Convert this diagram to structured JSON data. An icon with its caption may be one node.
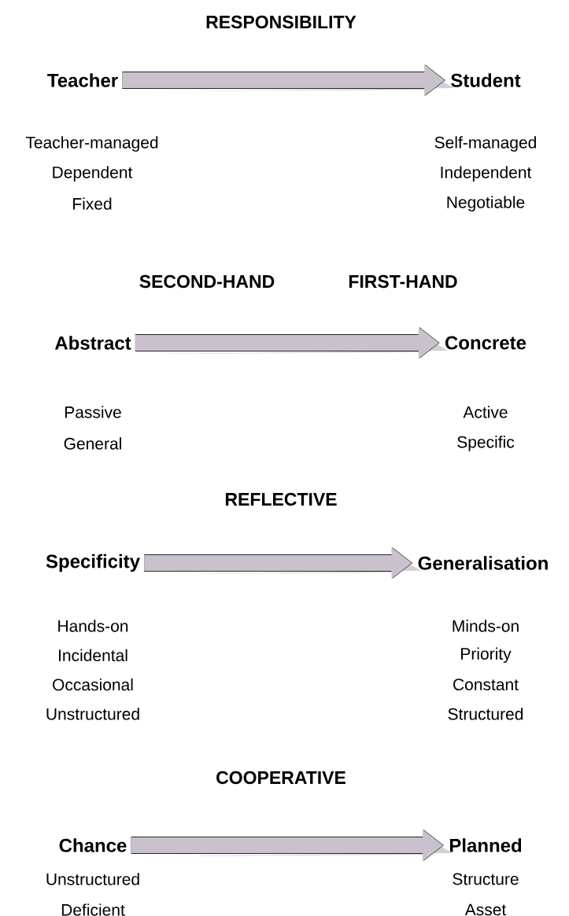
{
  "diagram": {
    "nodes": [
      {
        "text": [
          "Teacher"
        ],
        "beside": [
          "Teacher-managed",
          "Dependent",
          "Fixed"
        ]
      },
      {
        "text": [
          "Student"
        ],
        "beside": [
          "Self-managed",
          "Independent",
          "Negotiable"
        ]
      },
      {
        "text": [
          "Abstract"
        ],
        "beside": [
          "Passive",
          "General"
        ]
      },
      {
        "text": [
          "Concrete"
        ],
        "beside": [
          "Active",
          "Specific"
        ]
      },
      {
        "text": [
          "Specificity"
        ],
        "beside": [
          "Hands-on",
          "Incidental",
          "Occasional",
          "Unstructured"
        ]
      },
      {
        "text": [
          "Generalisation"
        ],
        "beside": [
          "Minds-on",
          "Priority",
          "Constant",
          "Structured"
        ]
      },
      {
        "text": [
          "Chance"
        ],
        "beside": [
          "Unstructured",
          "Deficient"
        ]
      },
      {
        "text": [
          "Planned"
        ],
        "beside": [
          "Structure",
          "Asset"
        ]
      }
    ],
    "edges": [
      {
        "from": 0,
        "to": 1,
        "arrow": "to"
      },
      {
        "from": 2,
        "to": 3,
        "arrow": "to"
      },
      {
        "from": 4,
        "to": 5,
        "arrow": "to"
      },
      {
        "from": 6,
        "to": 7,
        "arrow": "to"
      }
    ],
    "labels": [
      "RESPONSIBILITY",
      "SECOND-HAND",
      "FIRST-HAND",
      "REFLECTIVE",
      "COOPERATIVE"
    ]
  }
}
